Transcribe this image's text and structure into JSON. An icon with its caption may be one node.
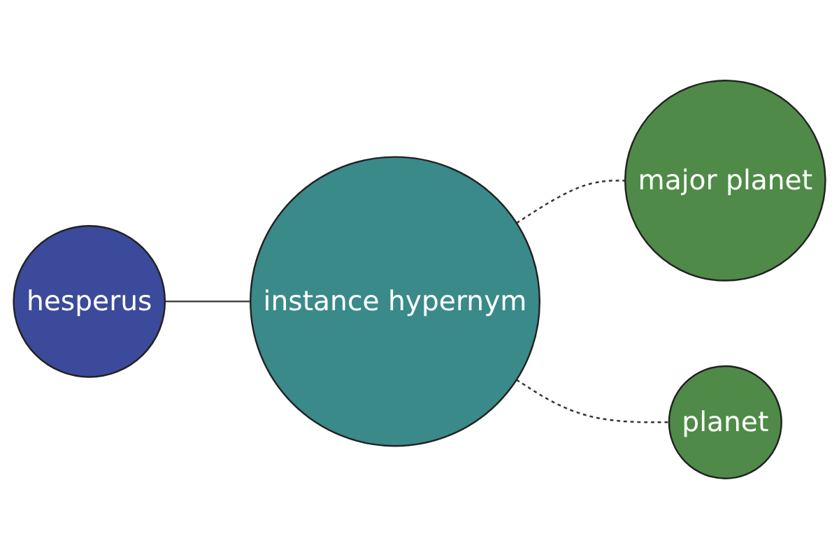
{
  "diagram": {
    "nodes": [
      {
        "text": [
          "hesperus"
        ]
      },
      {
        "text": [
          "instance hypernym"
        ]
      },
      {
        "text": [
          "major planet"
        ]
      },
      {
        "text": [
          "planet"
        ]
      }
    ],
    "edges": [
      {
        "from": 0,
        "to": 1,
        "arrow": "none"
      },
      {
        "from": 1,
        "to": 2,
        "arrow": "none",
        "style": "dashed"
      },
      {
        "from": 1,
        "to": 3,
        "arrow": "none",
        "style": "dashed"
      }
    ]
  }
}
